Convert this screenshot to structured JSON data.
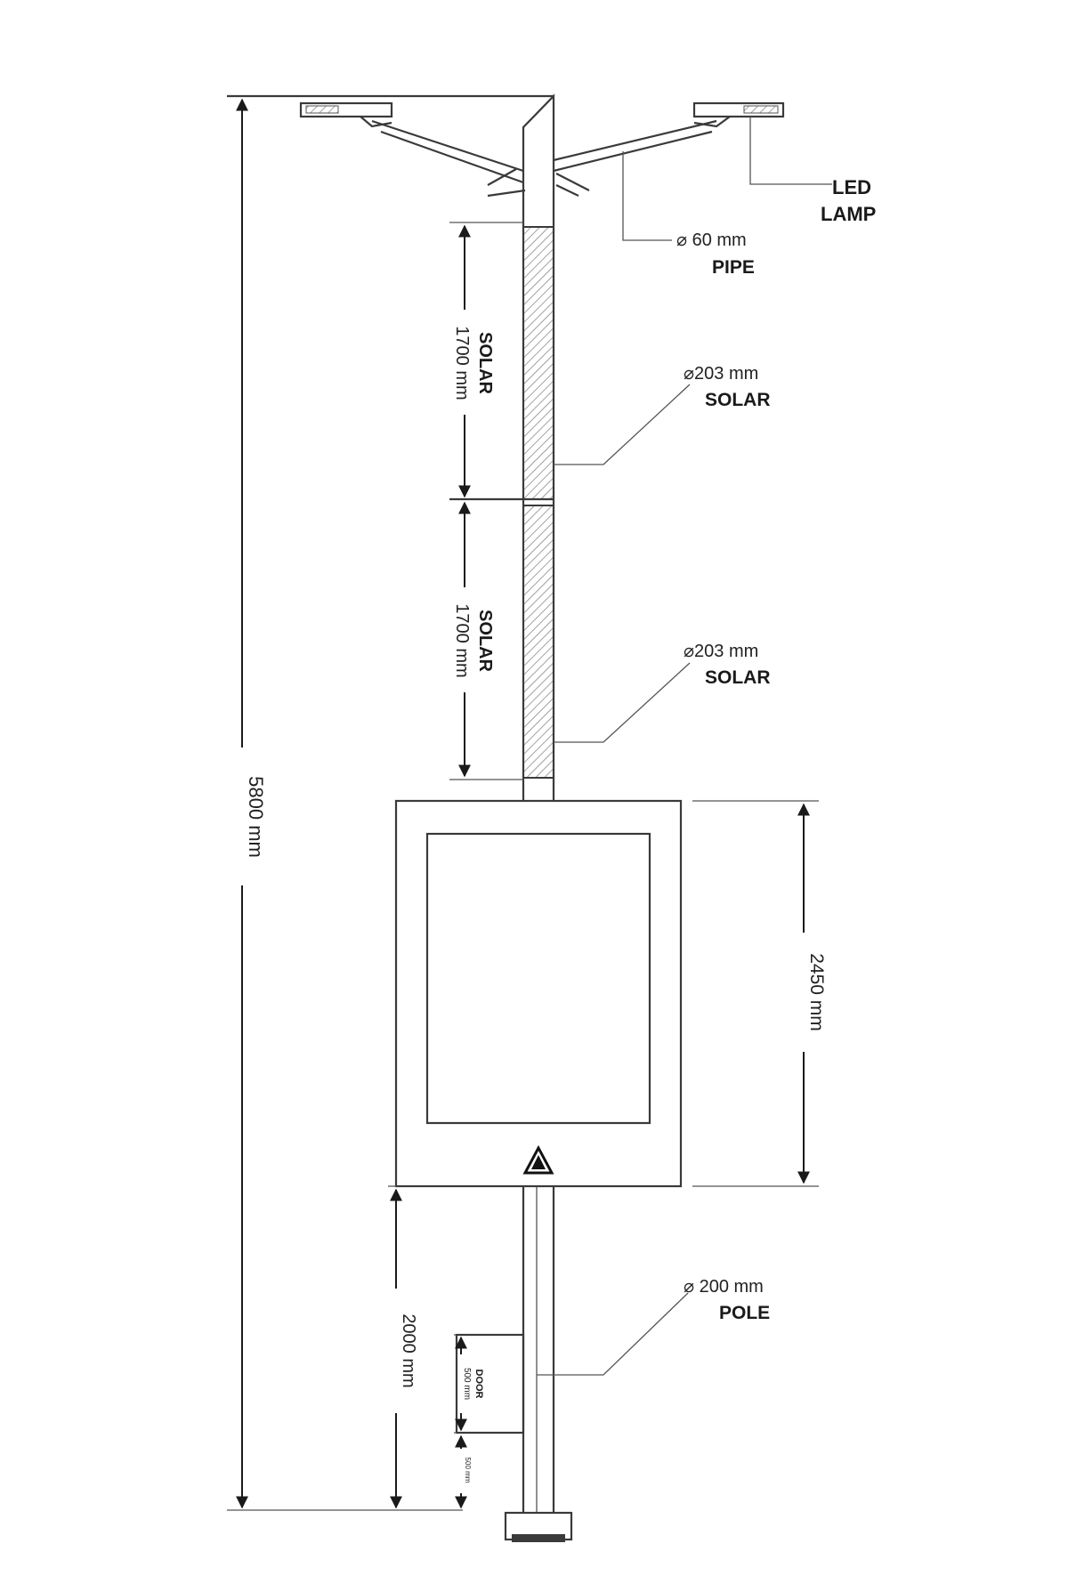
{
  "labels": {
    "led_lamp_1": "LED",
    "led_lamp_2": "LAMP",
    "pipe_dia": "⌀ 60 mm",
    "pipe": "PIPE",
    "solar_top_dia": "⌀203 mm",
    "solar_top": "SOLAR",
    "solar_bottom_dia": "⌀203 mm",
    "solar_bottom": "SOLAR",
    "pole_dia": "⌀ 200 mm",
    "pole": "POLE"
  },
  "dimensions": {
    "total_height": "5800 mm",
    "solar_top_len": "1700 mm",
    "solar_top_word": "SOLAR",
    "solar_bottom_len": "1700 mm",
    "solar_bottom_word": "SOLAR",
    "box_height": "2450 mm",
    "base_height": "2000 mm",
    "door_len": "500 mm",
    "door_word": "DOOR",
    "door_offset": "500 mm"
  },
  "icons": [
    "warning-triangle-icon"
  ],
  "colors": {
    "line": "#3a3a3a",
    "hatch": "#7a7a7a"
  }
}
